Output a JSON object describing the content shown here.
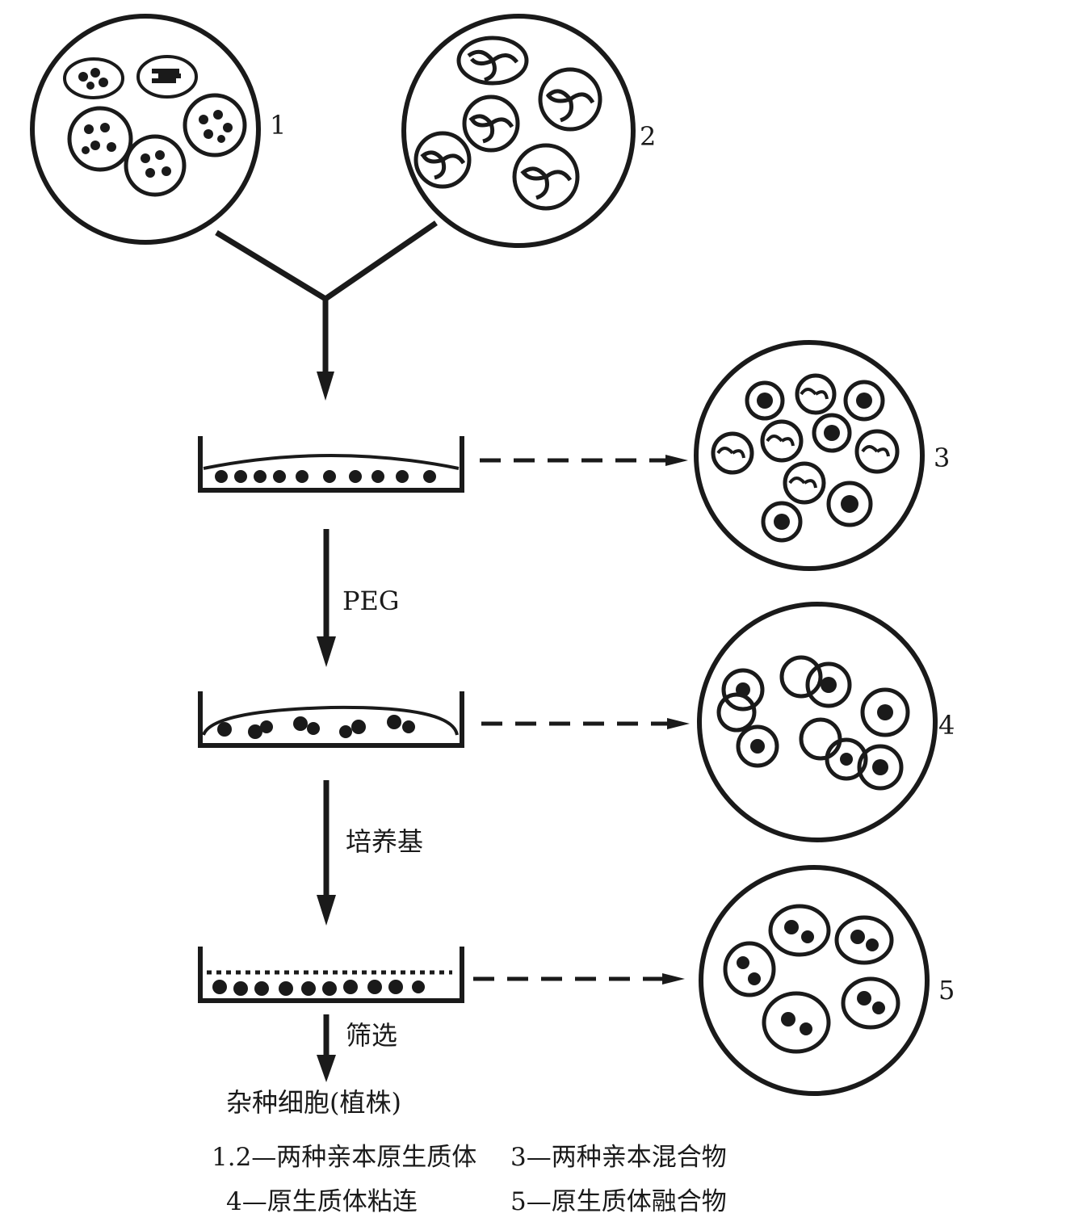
{
  "labels": {
    "circle1": "1",
    "circle2": "2",
    "circle3": "3",
    "circle4": "4",
    "circle5": "5"
  },
  "steps": {
    "peg": "PEG",
    "medium": "培养基",
    "screening": "筛选",
    "result": "杂种细胞(植株)"
  },
  "caption": {
    "line1_left": "1.2—两种亲本原生质体",
    "line1_right": "3—两种亲本混合物",
    "line2_left": "4—原生质体粘连",
    "line2_right": "5—原生质体融合物"
  },
  "colors": {
    "ink": "#1a1a1a",
    "background": "#ffffff"
  }
}
